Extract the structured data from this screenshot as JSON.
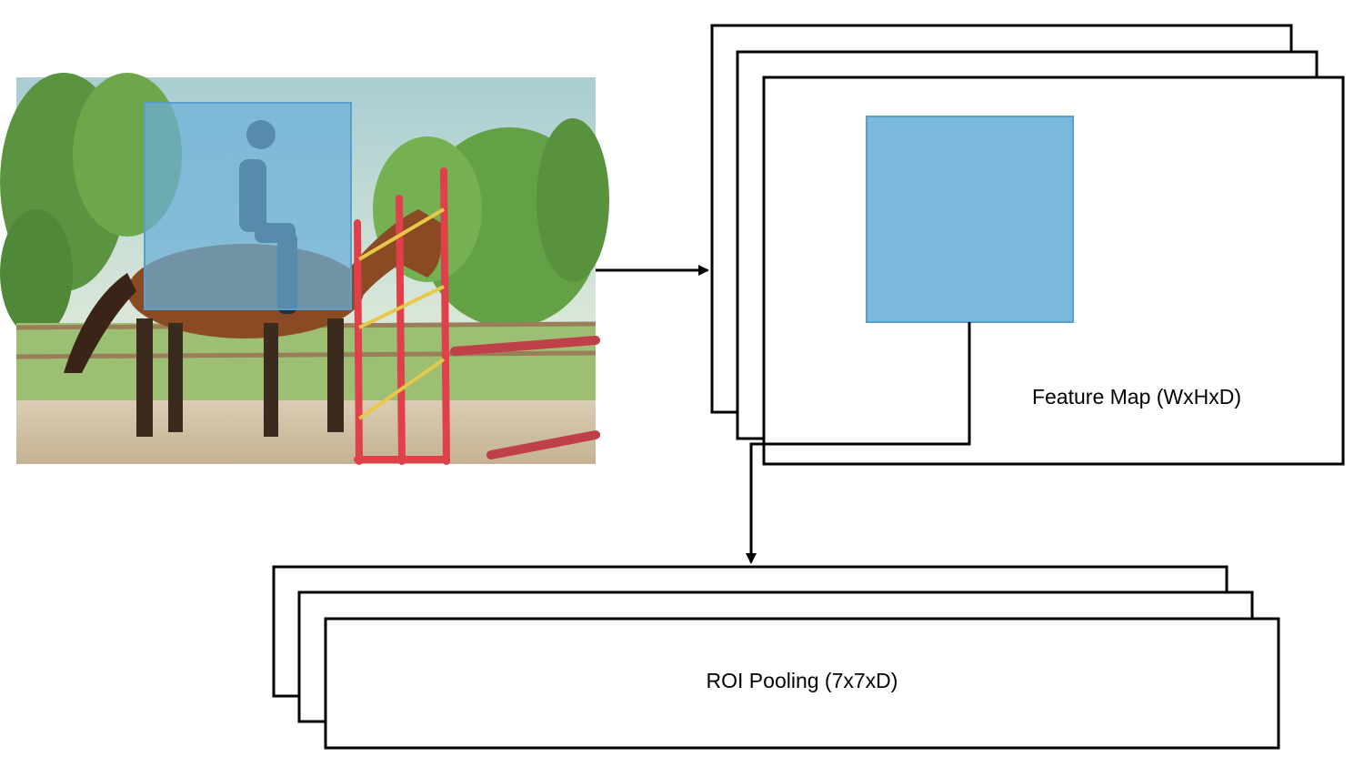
{
  "feature_map": {
    "label": "Feature Map (WxHxD)"
  },
  "roi_pooling": {
    "label": "ROI Pooling (7x7xD)"
  },
  "colors": {
    "roi_box": "#6aaed8",
    "roi_box_border": "#5a9fcc",
    "stroke": "#000000",
    "sky": "#b7d6d3",
    "ground": "#cfc0a3",
    "trees": "#5f9a45",
    "horse": "#8a4a24",
    "poles": "#e0404a"
  },
  "icons": {
    "photo": "horse-rider-photo",
    "arrow": "arrowhead"
  }
}
